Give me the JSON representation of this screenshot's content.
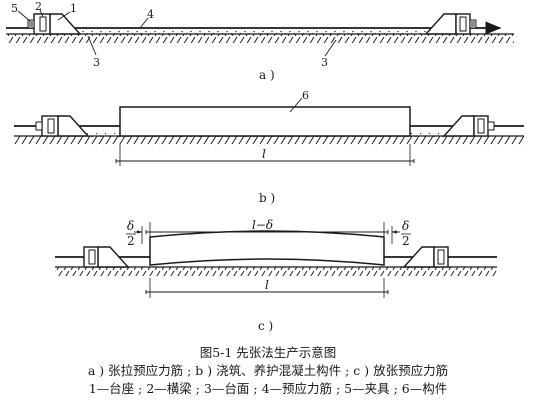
{
  "labels": {
    "a_1": "1",
    "a_2": "2",
    "a_3_left": "3",
    "a_3_right": "3",
    "a_4": "4",
    "a_5": "5",
    "b_6": "6",
    "b_l": "l",
    "c_l_minus_delta": "l−δ",
    "c_l": "l",
    "c_delta_left": "δ",
    "c_two_left": "2",
    "c_delta_right": "δ",
    "c_two_right": "2"
  },
  "subcaptions": {
    "a": "a )",
    "b": "b )",
    "c": "c )"
  },
  "caption": {
    "title": "图5-1  先张法生产示意图",
    "line1": "a ) 张拉预应力筋 ; b ) 浇筑、养护混凝土构件 ; c ) 放张预应力筋",
    "line2": "1—台座 ; 2—横梁 ; 3—台面 ; 4—预应力筋 ; 5—夹具 ; 6—构件"
  }
}
